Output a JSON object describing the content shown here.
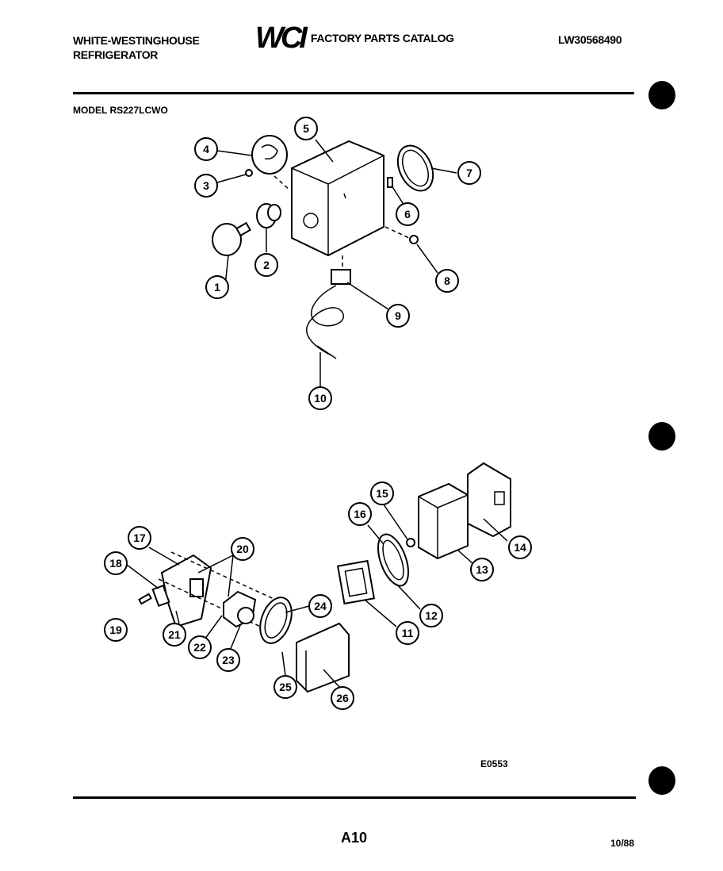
{
  "header": {
    "brand_line1": "WHITE-WESTINGHOUSE",
    "brand_line2": "REFRIGERATOR",
    "logo": "WCI",
    "catalog_title": "FACTORY PARTS CATALOG",
    "doc_number": "LW30568490"
  },
  "model_label": "MODEL RS227LCWO",
  "diagram_code": "E0553",
  "page_number": "A10",
  "date": "10/88",
  "callouts": [
    "1",
    "2",
    "3",
    "4",
    "5",
    "6",
    "7",
    "8",
    "9",
    "10",
    "11",
    "12",
    "13",
    "14",
    "15",
    "16",
    "17",
    "18",
    "19",
    "20",
    "21",
    "22",
    "23",
    "24",
    "25",
    "26"
  ]
}
